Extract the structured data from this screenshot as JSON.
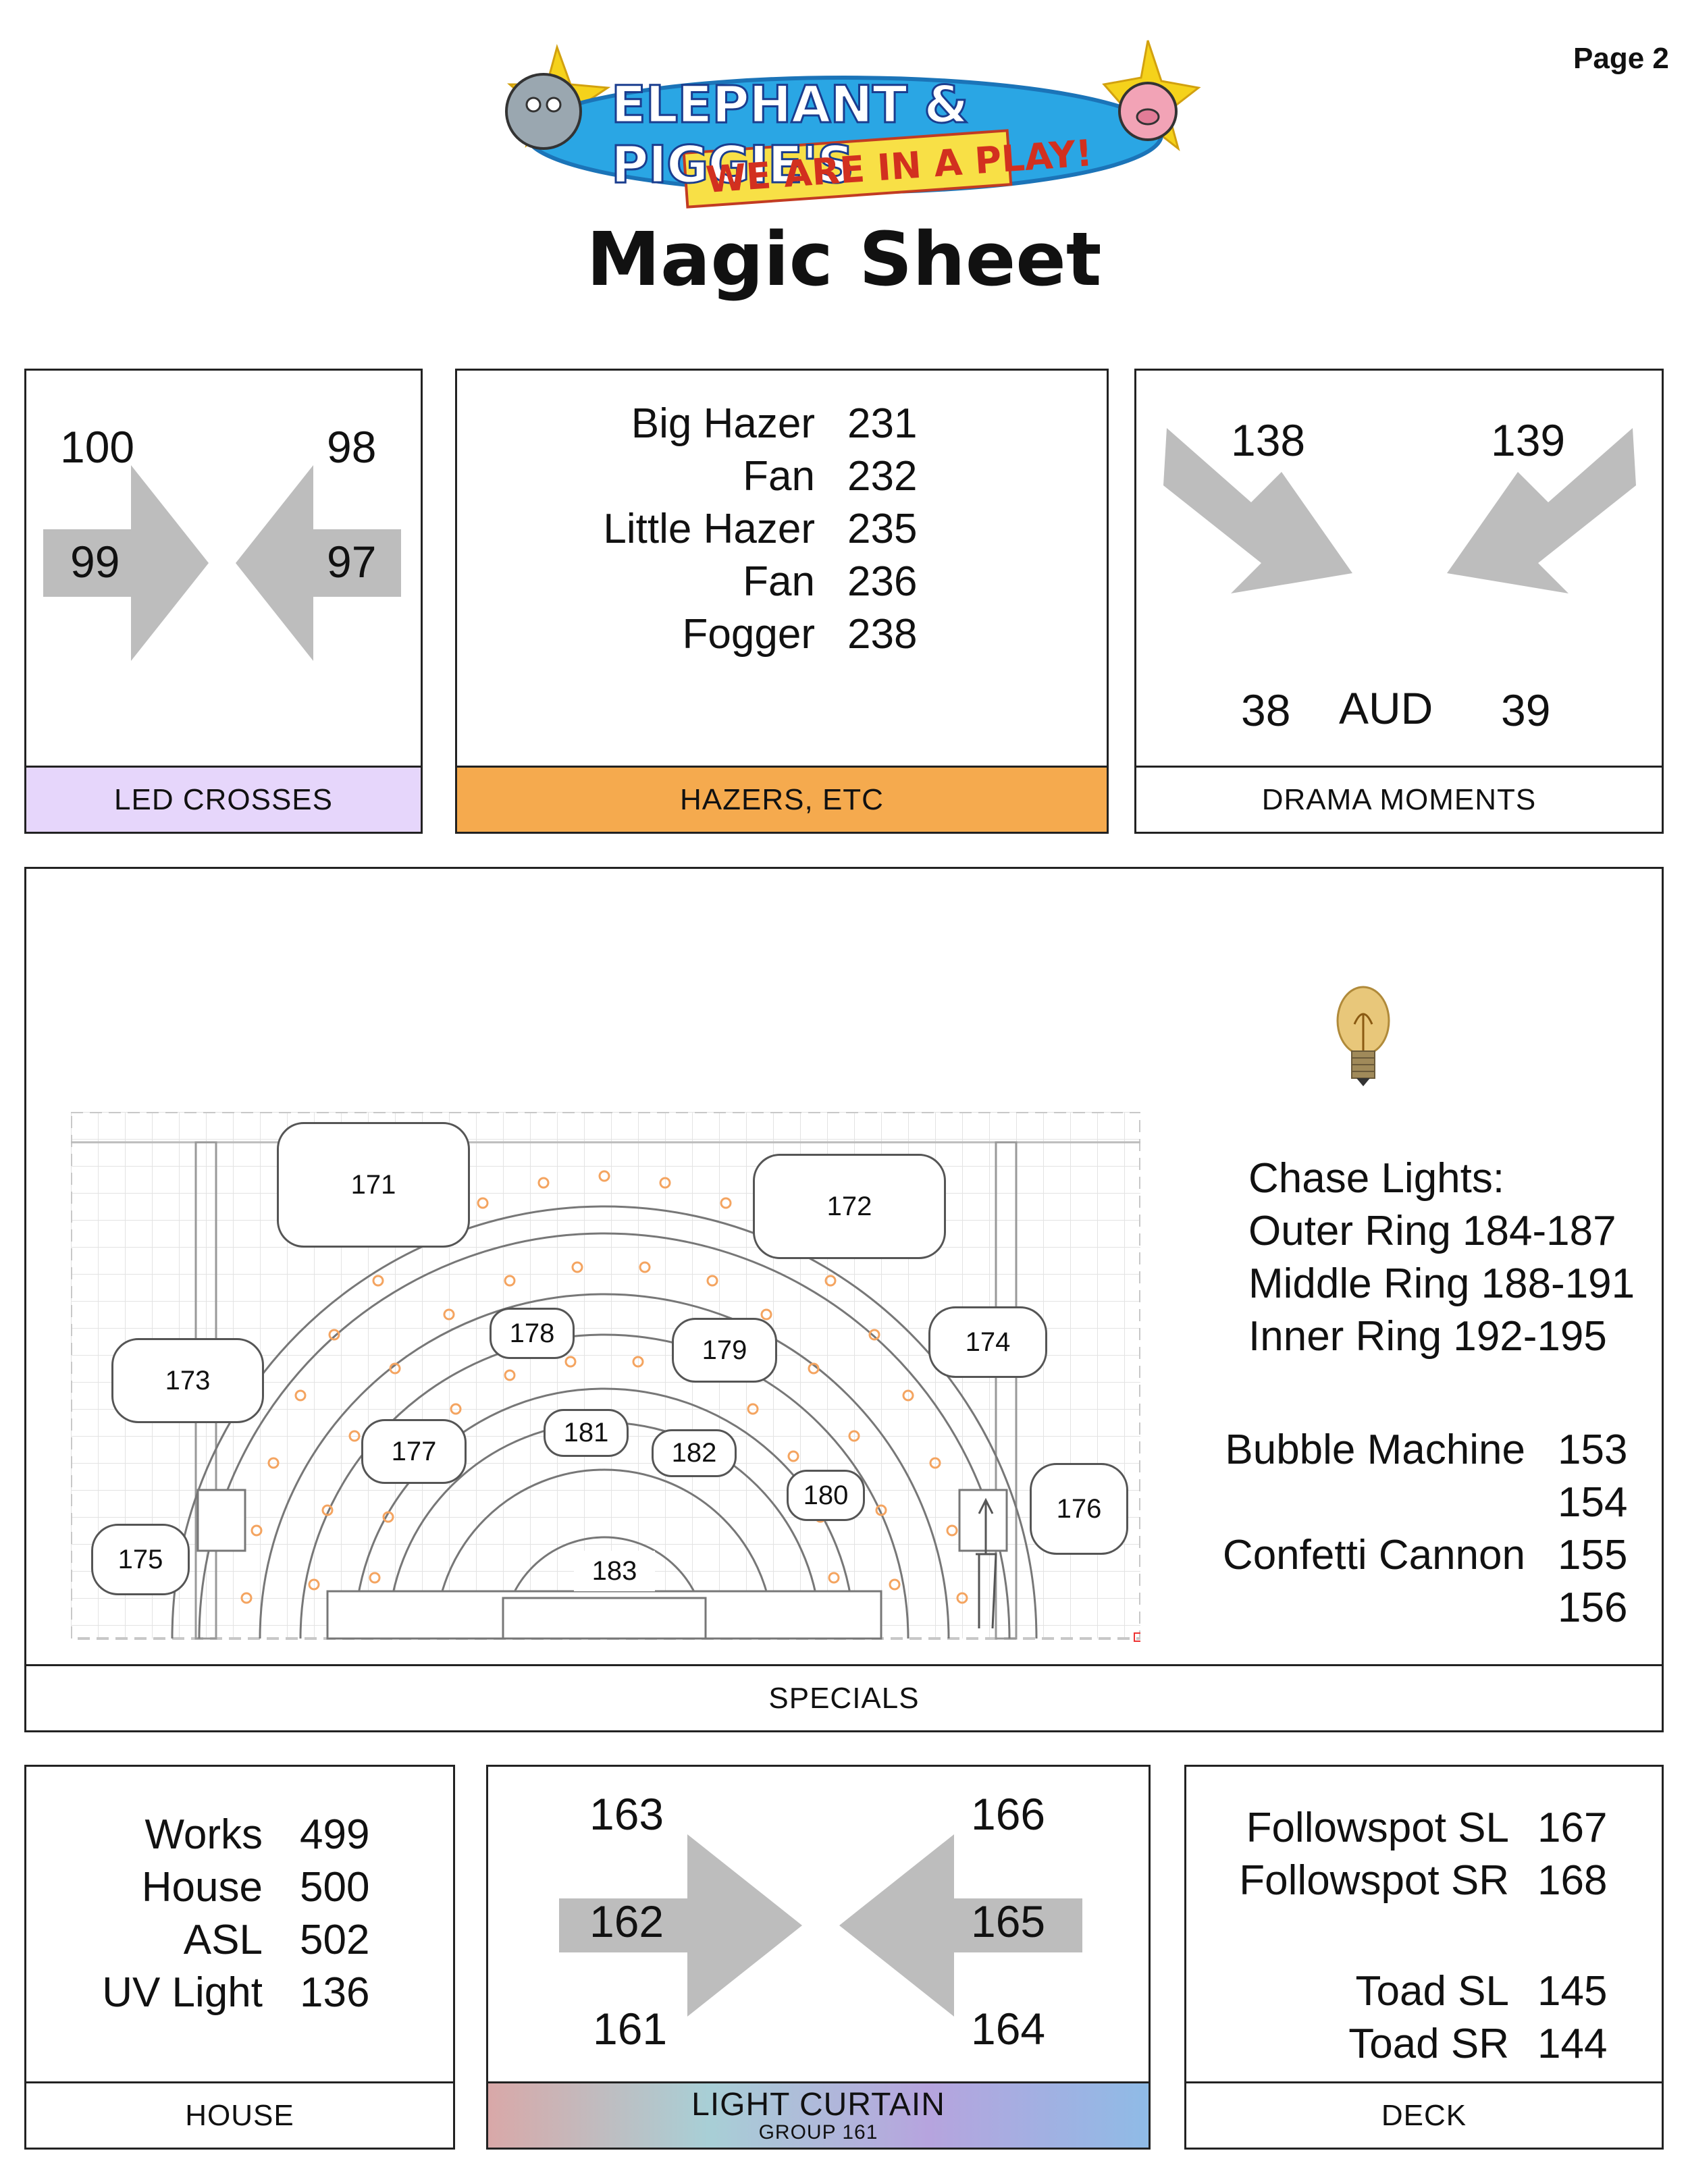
{
  "page_label": "Page 2",
  "logo": {
    "line1": "ELEPHANT & PIGGIE'S",
    "line2": "WE ARE IN A PLAY!"
  },
  "title": "Magic Sheet",
  "led_crosses": {
    "footer": "LED CROSSES",
    "top_left": "100",
    "top_right": "98",
    "mid_left": "99",
    "mid_right": "97",
    "color": "#e6d6fb"
  },
  "hazers": {
    "footer": "HAZERS, ETC",
    "color": "#f5aa4e",
    "items": [
      {
        "label": "Big Hazer",
        "value": "231"
      },
      {
        "label": "Fan",
        "value": "232"
      },
      {
        "label": "Little Hazer",
        "value": "235"
      },
      {
        "label": "Fan",
        "value": "236"
      },
      {
        "label": "Fogger",
        "value": "238"
      }
    ]
  },
  "drama": {
    "footer": "DRAMA MOMENTS",
    "top_left": "138",
    "top_right": "139",
    "bottom_left": "38",
    "bottom_mid": "AUD",
    "bottom_right": "39"
  },
  "specials": {
    "footer": "SPECIALS",
    "bubbles": [
      "171",
      "172",
      "173",
      "174",
      "175",
      "176",
      "177",
      "178",
      "179",
      "180",
      "181",
      "182",
      "183"
    ],
    "chase_title": "Chase Lights:",
    "chase": [
      "Outer Ring 184-187",
      "Middle Ring 188-191",
      "Inner Ring 192-195"
    ],
    "machines": [
      {
        "label": "Bubble Machine",
        "value": "153"
      },
      {
        "label": "",
        "value": "154"
      },
      {
        "label": "Confetti Cannon",
        "value": "155"
      },
      {
        "label": "",
        "value": "156"
      }
    ]
  },
  "house": {
    "footer": "HOUSE",
    "items": [
      {
        "label": "Works",
        "value": "499"
      },
      {
        "label": "House",
        "value": "500"
      },
      {
        "label": "ASL",
        "value": "502"
      },
      {
        "label": "UV Light",
        "value": "136"
      }
    ]
  },
  "light_curtain": {
    "footer": "LIGHT CURTAIN",
    "sub": "GROUP 161",
    "top_left": "163",
    "top_right": "166",
    "mid_left": "162",
    "mid_right": "165",
    "bottom_left": "161",
    "bottom_right": "164"
  },
  "deck": {
    "footer": "DECK",
    "items": [
      {
        "label": "Followspot SL",
        "value": "167"
      },
      {
        "label": "Followspot SR",
        "value": "168"
      },
      {
        "label": "Toad SL",
        "value": "145"
      },
      {
        "label": "Toad SR",
        "value": "144"
      }
    ]
  },
  "colors": {
    "arrow": "#bdbdbd",
    "bulb_dot": "#f4a460"
  }
}
